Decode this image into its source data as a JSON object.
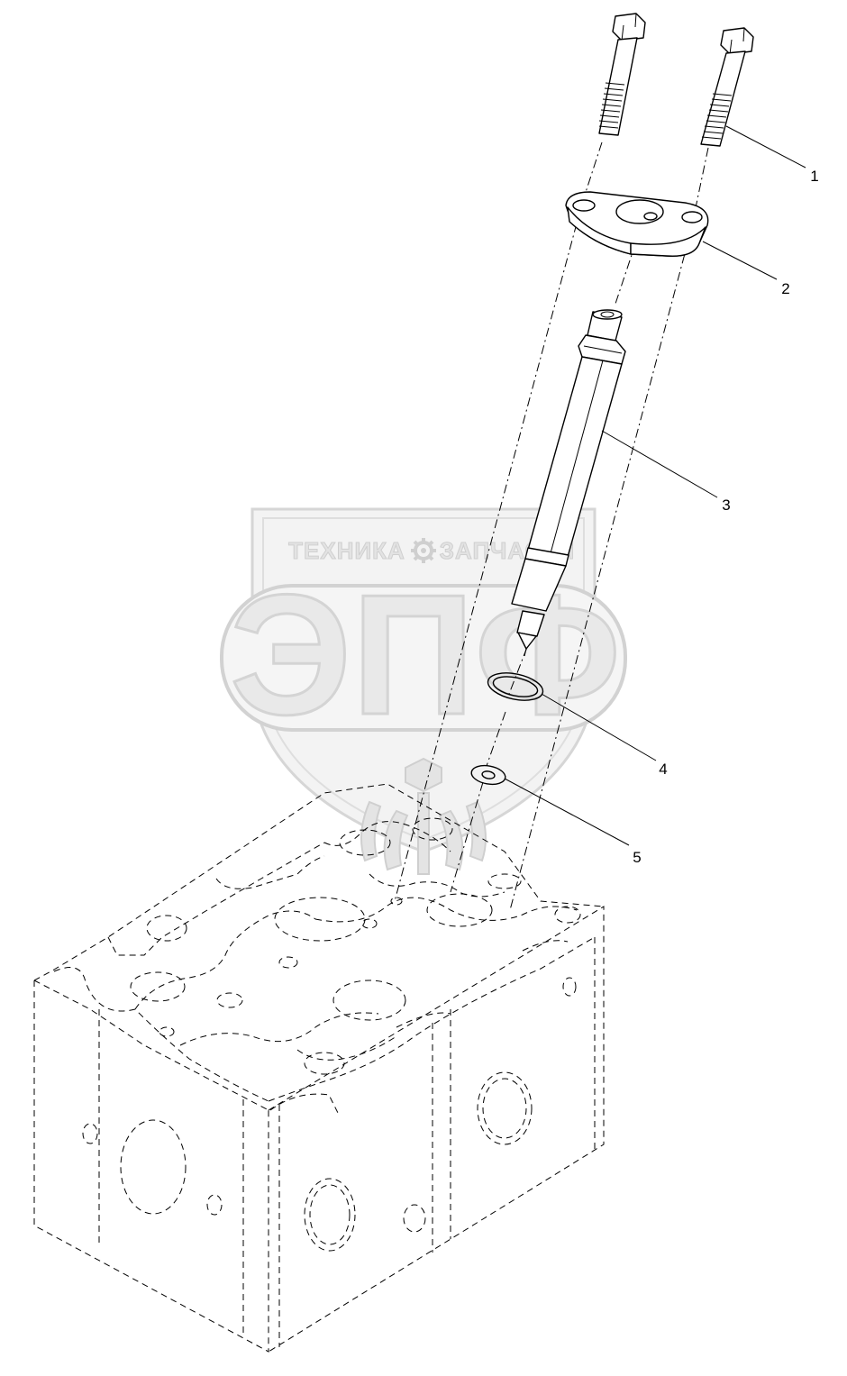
{
  "watermark": {
    "top_text_left": "ТЕХНИКА",
    "top_text_right": "ЗАПЧАСТИ",
    "logo_text": "ЭПФ",
    "gear": "gear-icon",
    "emblem": "wheat-emblem-icon"
  },
  "callouts": [
    {
      "id": "1",
      "part": "bolt"
    },
    {
      "id": "2",
      "part": "injector-clamp"
    },
    {
      "id": "3",
      "part": "fuel-injector"
    },
    {
      "id": "4",
      "part": "o-ring"
    },
    {
      "id": "5",
      "part": "sealing-washer"
    }
  ],
  "colors": {
    "line": "#000000",
    "watermark_fill": "#e9e9e9",
    "watermark_stroke": "#cfcfcf"
  }
}
